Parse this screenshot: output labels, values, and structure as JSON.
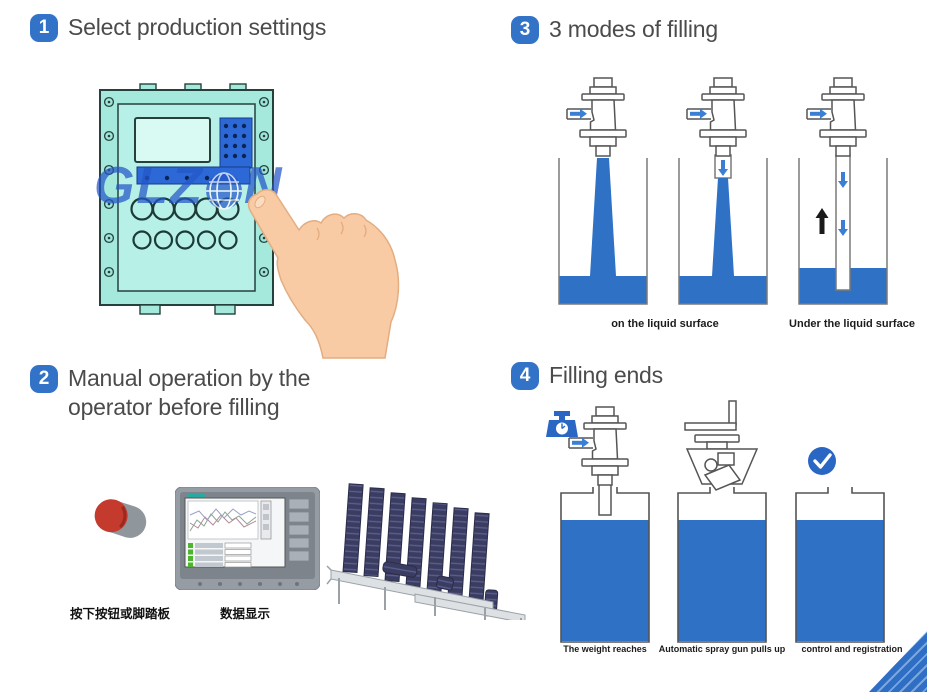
{
  "colors": {
    "accent_blue": "#3273c8",
    "liquid_blue": "#2e71c5",
    "panel_teal": "#b6f0e7",
    "title_gray": "#4b4b4b"
  },
  "step1": {
    "badge": "1",
    "title": "Select production settings"
  },
  "step2": {
    "badge": "2",
    "title_line1": "Manual operation by the",
    "title_line2": "operator before filling",
    "captions": [
      "按下按钮或脚踏板",
      "数据显示"
    ]
  },
  "step3": {
    "badge": "3",
    "title": "3 modes of filling",
    "captions": [
      "on the liquid surface",
      "Under the liquid surface"
    ]
  },
  "step4": {
    "badge": "4",
    "title": "Filling ends",
    "captions": [
      "The weight reaches",
      "Automatic spray gun pulls up",
      "control and registration"
    ]
  },
  "watermark": {
    "prefix": "GLZ",
    "suffix": "N"
  }
}
